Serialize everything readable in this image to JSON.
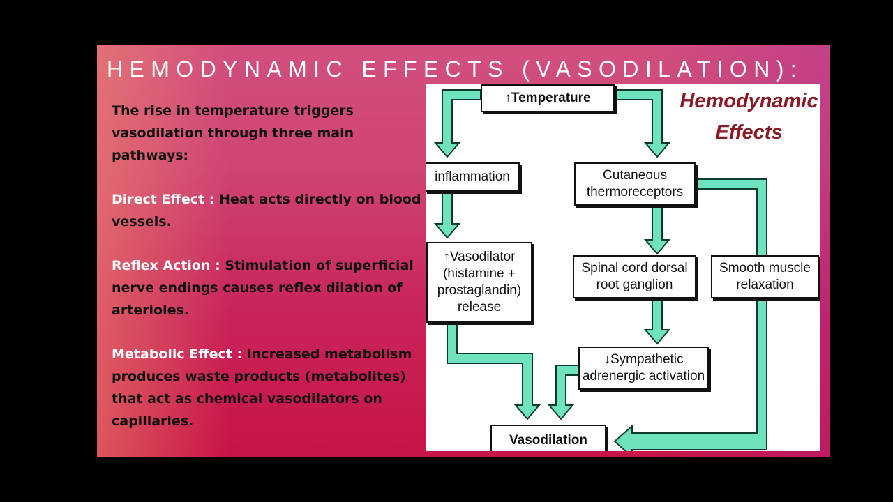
{
  "slide": {
    "title": "HEMODYNAMIC EFFECTS (VASODILATION):",
    "intro": "The rise in temperature triggers vasodilation through three main pathways:",
    "points": [
      {
        "lead": "Direct Effect : ",
        "text": "Heat acts directly on blood vessels."
      },
      {
        "lead": "Reflex Action : ",
        "text": "Stimulation of superficial nerve endings causes reflex dilation of arterioles."
      },
      {
        "lead": "Metabolic Effect : ",
        "text": "Increased metabolism produces waste products (metabolites) that act as chemical vasodilators on capillaries."
      }
    ]
  },
  "diagram": {
    "title": "Hemodynamic\nEffects",
    "nodes": {
      "temperature": "↑Temperature",
      "inflammation": "inflammation",
      "cutaneous": "Cutaneous\nthermoreceptors",
      "vasodilator_release": "↑Vasodilator\n(histamine +\nprostaglandin)\nrelease",
      "spinal": "Spinal cord dorsal\nroot ganglion",
      "smooth_muscle": "Smooth muscle\nrelaxation",
      "sympathetic": "↓Sympathetic\nadrenergic activation",
      "vasodilation": "Vasodilation"
    },
    "colors": {
      "arrow_fill": "#6fe3bf",
      "arrow_stroke": "#0b3d2e",
      "title": "#8a1a24"
    }
  }
}
